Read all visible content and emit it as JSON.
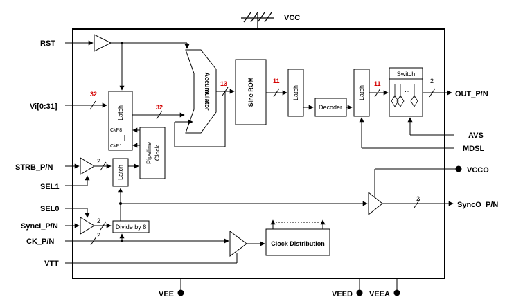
{
  "pins": {
    "vcc": "VCC",
    "rst": "RST",
    "vi": "Vi[0:31]",
    "strb": "STRB_P/N",
    "sel1": "SEL1",
    "sel0": "SEL0",
    "synci": "SyncI_P/N",
    "ck": "CK_P/N",
    "vtt": "VTT",
    "out": "OUT_P/N",
    "avs": "AVS",
    "mdsl": "MDSL",
    "vcco": "VCCO",
    "synco": "SyncO_P/N",
    "vee": "VEE",
    "veed": "VEED",
    "veea": "VEEA"
  },
  "blocks": {
    "accumulator": "Accumulator",
    "sine_rom": "Sine ROM",
    "latch": "Latch",
    "decoder": "Decoder",
    "switch": "Switch",
    "pipeline_clock": "Pipeline Clock",
    "divide_by_8": "Divide by 8",
    "clock_distribution": "Clock Distribution",
    "ckp8": "CkP8",
    "ckp1": "CkP1"
  },
  "bus_widths": {
    "vi_in": "32",
    "latch_to_acc": "32",
    "acc_to_rom": "13",
    "rom_to_latch": "11",
    "latch_to_switch": "11",
    "out": "2",
    "strb": "2",
    "synci": "2",
    "ck": "2",
    "synco": "2"
  },
  "colors": {
    "line": "#000000",
    "bus_width_accent": "#d40000",
    "background": "#ffffff"
  }
}
